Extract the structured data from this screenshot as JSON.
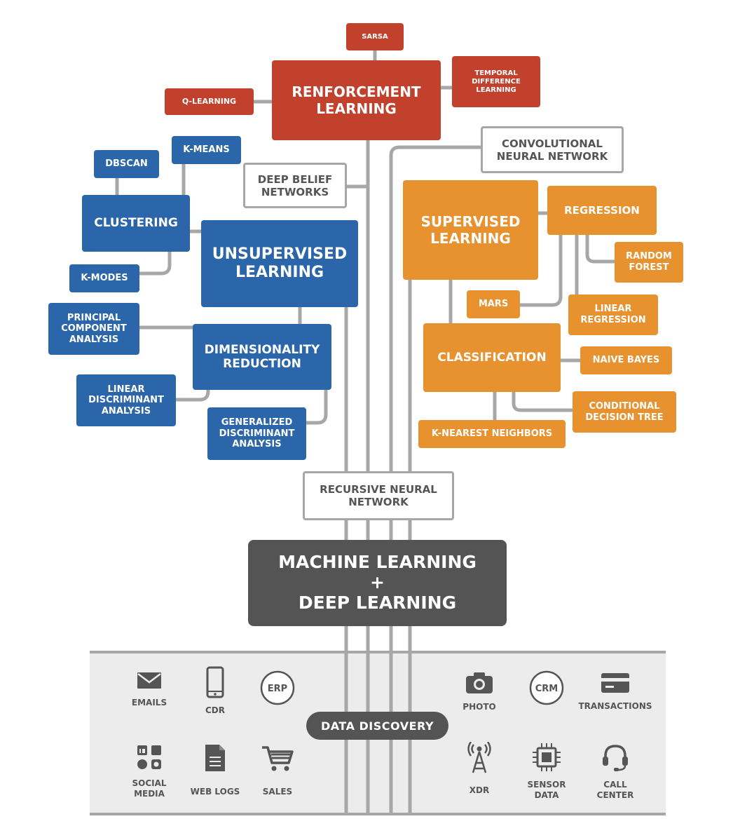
{
  "nodes": {
    "sarsa": "SARSA",
    "temporal_difference": "TEMPORAL\nDIFFERENCE\nLEARNING",
    "q_learning": "Q-LEARNING",
    "reinforcement": "RENFORCEMENT\nLEARNING",
    "convolutional": "CONVOLUTIONAL\nNEURAL NETWORK",
    "deep_belief": "DEEP BELIEF\nNETWORKS",
    "dbscan": "DBSCAN",
    "k_means": "K-MEANS",
    "clustering": "CLUSTERING",
    "unsupervised": "UNSUPERVISED\nLEARNING",
    "k_modes": "K-MODES",
    "pca": "PRINCIPAL\nCOMPONENT\nANALYSIS",
    "dimensionality": "DIMENSIONALITY\nREDUCTION",
    "lda": "LINEAR\nDISCRIMINANT\nANALYSIS",
    "gda": "GENERALIZED\nDISCRIMINANT\nANALYSIS",
    "supervised": "SUPERVISED\nLEARNING",
    "regression": "REGRESSION",
    "random_forest": "RANDOM\nFOREST",
    "mars": "MARS",
    "linear_regression": "LINEAR\nREGRESSION",
    "classification": "CLASSIFICATION",
    "naive_bayes": "NAIVE BAYES",
    "conditional_tree": "CONDITIONAL\nDECISION TREE",
    "knn": "K-NEAREST NEIGHBORS",
    "recursive": "RECURSIVE NEURAL\nNETWORK",
    "core": "MACHINE LEARNING\n+\nDEEP LEARNING"
  },
  "data_discovery": {
    "label": "DATA DISCOVERY",
    "sources": {
      "emails": "EMAILS",
      "cdr": "CDR",
      "erp": "ERP",
      "social": "SOCIAL\nMEDIA",
      "weblogs": "WEB LOGS",
      "sales": "SALES",
      "photo": "PHOTO",
      "crm": "CRM",
      "transactions": "TRANSACTIONS",
      "xdr": "XDR",
      "sensor": "SENSOR\nDATA",
      "callcenter": "CALL\nCENTER"
    }
  },
  "colors": {
    "reinforcement": "#c2412d",
    "unsupervised": "#2b66ab",
    "supervised": "#e8922f",
    "neural": "#a7a7a7",
    "core": "#545454",
    "panel": "#ececec"
  }
}
